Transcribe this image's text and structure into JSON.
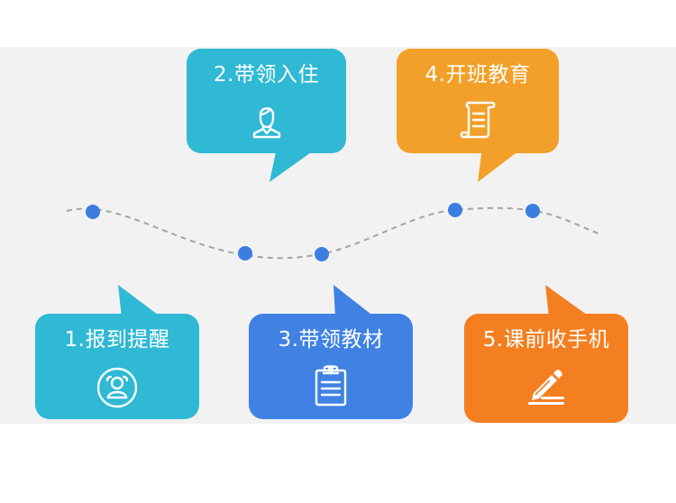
{
  "colors": {
    "teal": "#2fb9d4",
    "blue": "#3f82e3",
    "amber": "#f2a02a",
    "orange": "#f47f20",
    "dot": "#3b7ee0",
    "curve": "#a3a3a3",
    "background_panel": "#f2f2f2"
  },
  "steps": [
    {
      "id": 1,
      "label": "1.报到提醒",
      "icon": "person-badge-icon",
      "color": "#2fb9d4"
    },
    {
      "id": 2,
      "label": "2.带领入住",
      "icon": "person-icon",
      "color": "#2fb9d4"
    },
    {
      "id": 3,
      "label": "3.带领教材",
      "icon": "clipboard-icon",
      "color": "#3f82e3"
    },
    {
      "id": 4,
      "label": "4.开班教育",
      "icon": "scroll-icon",
      "color": "#f2a02a"
    },
    {
      "id": 5,
      "label": "5.课前收手机",
      "icon": "pencil-icon",
      "color": "#f47f20"
    }
  ]
}
